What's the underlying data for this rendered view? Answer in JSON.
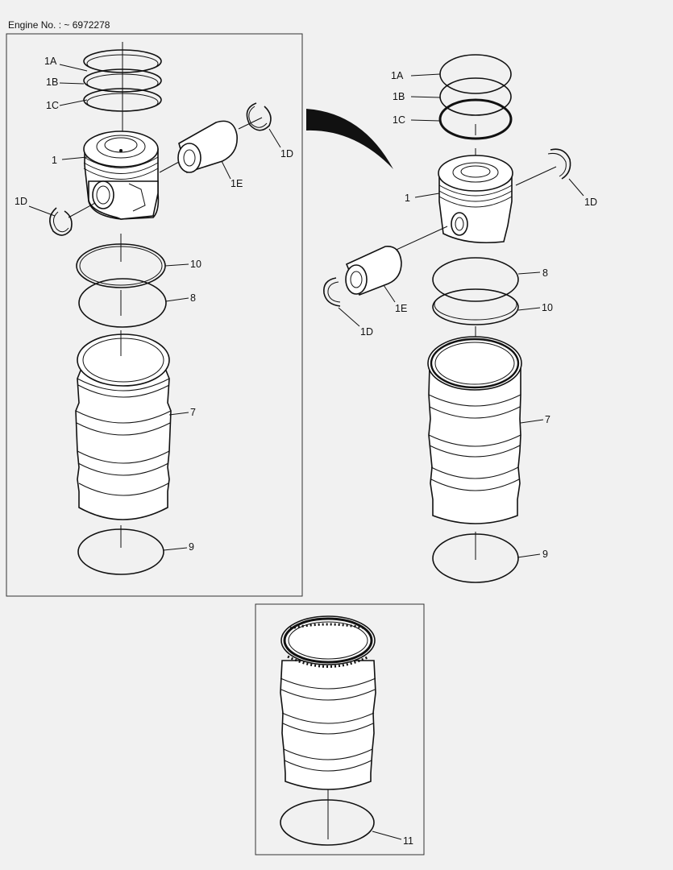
{
  "header": {
    "engine_no": "Engine No. : ~ 6972278"
  },
  "left_panel": {
    "labels": {
      "ring_1a": "1A",
      "ring_1b": "1B",
      "ring_1c": "1C",
      "piston": "1",
      "circlip_top": "1D",
      "circlip_bottom": "1D",
      "pin": "1E",
      "seal_10": "10",
      "seal_8": "8",
      "liner": "7",
      "seal_9": "9"
    }
  },
  "right_panel": {
    "labels": {
      "ring_1a": "1A",
      "ring_1b": "1B",
      "ring_1c": "1C",
      "piston": "1",
      "circlip_top": "1D",
      "circlip_bottom": "1D",
      "pin": "1E",
      "seal_8": "8",
      "seal_10": "10",
      "liner": "7",
      "seal_9": "9"
    }
  },
  "bottom_panel": {
    "labels": {
      "seal_11": "11"
    }
  }
}
